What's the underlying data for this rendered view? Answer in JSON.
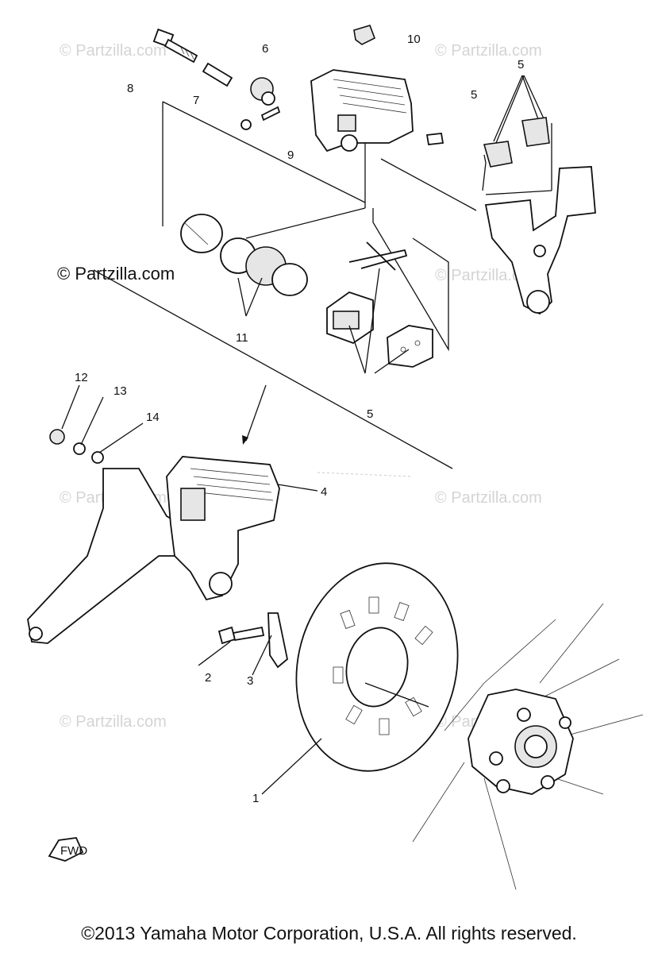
{
  "watermark": "© Partzilla.com",
  "copyright": "©2013 Yamaha Motor Corporation, U.S.A. All rights reserved.",
  "fwd_label": "FWD",
  "callouts": [
    "1",
    "2",
    "3",
    "4",
    "5",
    "5",
    "5",
    "6",
    "7",
    "8",
    "9",
    "10",
    "11",
    "12",
    "13",
    "14"
  ]
}
